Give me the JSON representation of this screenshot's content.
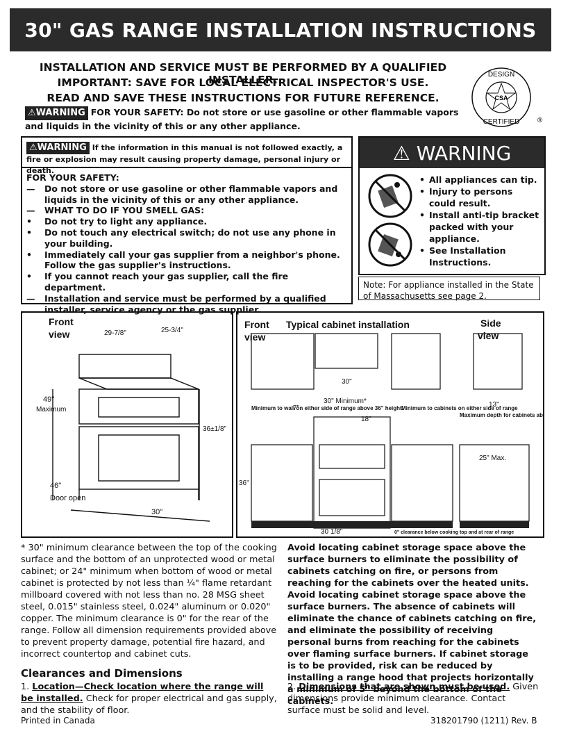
{
  "title": "30\" GAS RANGE INSTALLATION INSTRUCTIONS",
  "header": {
    "line1": "INSTALLATION AND SERVICE MUST BE PERFORMED BY A QUALIFIED INSTALLER.",
    "line2": "IMPORTANT: SAVE FOR LOCAL ELECTRICAL INSPECTOR'S USE.",
    "line3": "READ AND SAVE THESE INSTRUCTIONS FOR FUTURE REFERENCE."
  },
  "seal": {
    "top": "DESIGN",
    "bottom": "CERTIFIED",
    "center": "CSA",
    "reg": "®"
  },
  "warning_badge": "⚠WARNING",
  "safety_line": "FOR YOUR SAFETY: Do not store or use gasoline or other flammable vapors and liquids in the vicinity of this or any other appliance.",
  "box1": {
    "head": "If the information in this manual is not followed exactly, a fire or explosion may result causing property damage, personal injury or death.",
    "for_safety": "FOR YOUR SAFETY:",
    "items": [
      {
        "b": "—",
        "t": "Do not store or use gasoline or other flammable vapors and liquids in the vicinity of this or any other appliance."
      },
      {
        "b": "—",
        "t": "WHAT TO DO IF YOU SMELL GAS:"
      },
      {
        "b": "•",
        "t": "Do not try to light any appliance."
      },
      {
        "b": "•",
        "t": "Do not touch any electrical switch; do not use any phone in your building."
      },
      {
        "b": "•",
        "t": "Immediately call your gas supplier from a neighbor's phone. Follow the gas supplier's instructions."
      },
      {
        "b": "•",
        "t": "If you cannot reach your gas supplier, call the fire department."
      },
      {
        "b": "—",
        "t": "Installation and service must be performed by a qualified installer, service agency or the gas supplier."
      }
    ]
  },
  "box2": {
    "head": "⚠ WARNING",
    "items": [
      "All appliances can tip.",
      "Injury to persons could result.",
      "Install anti-tip bracket packed with your appliance.",
      "See Installation Instructions."
    ]
  },
  "note": "Note: For appliance installed in the State of Massachusetts see page 2.",
  "front_view": {
    "label_a": "Front",
    "label_b": "view",
    "w": "29-7/8\"",
    "d": "25-3/4\"",
    "h1": "49\"",
    "h1b": "Maximum",
    "h2": "36±1/8\"",
    "door1": "46\"",
    "door2": "Door open",
    "base": "30\""
  },
  "cabinet": {
    "front_a": "Front",
    "front_b": "view",
    "title": "Typical cabinet installation",
    "side_a": "Side",
    "side_b": "view",
    "d30": "30\"",
    "min30": "30\" Minimum*",
    "d7": "7\"",
    "min_left": "Minimum to wall on either side of range above 36\" height.",
    "d18": "18\"",
    "min_right": "Minimum to cabinets on either side of range",
    "d13": "13\"",
    "max_depth": "Maximum depth for cabinets above range top.",
    "d25": "25\" Max.",
    "h36": "36\"",
    "w30": "30 1/8\"",
    "clearance": "0\" clearance below cooking top and at rear of range"
  },
  "footnote": "* 30\" minimum clearance between the top of the cooking surface and the bottom of an unprotected wood or metal cabinet; or 24\" minimum when bottom of wood or metal cabinet is protected by not less than ¼\" flame retardant millboard covered with not less than no. 28 MSG sheet steel, 0.015\" stainless steel, 0.024\" aluminum or 0.020\" copper. The minimum clearance is 0\" for the rear of the range. Follow all dimension requirements provided above to prevent property damage, potential fire hazard, and incorrect countertop and cabinet cuts.",
  "right_text": "Avoid locating cabinet storage space above the surface burners to eliminate the possibility of cabinets catching on fire, or persons from reaching for the cabinets over the heated units. Avoid locating cabinet storage space above the surface burners. The absence of cabinets will eliminate the chance of cabinets catching on fire, and eliminate the possibility of receiving personal burns from reaching for the cabinets over flaming surface burners. If cabinet storage is to be provided, risk can be reduced by installing a range hood that projects horizontally a minimum of 5\" beyond the bottom of the cabinets.",
  "section": {
    "title": "Clearances and Dimensions",
    "item1_num": "1.",
    "item1_u": "Location—Check location where the range will be installed.",
    "item1_t": "Check for proper electrical and gas supply, and the stability of floor.",
    "item2_num": "2.",
    "item2_u": "Dimensions that are shown must be used.",
    "item2_t": "Given dimensions provide minimum clearance. Contact surface must be solid and level."
  },
  "footer": {
    "left": "Printed in Canada",
    "right": "318201790 (1211) Rev. B"
  }
}
